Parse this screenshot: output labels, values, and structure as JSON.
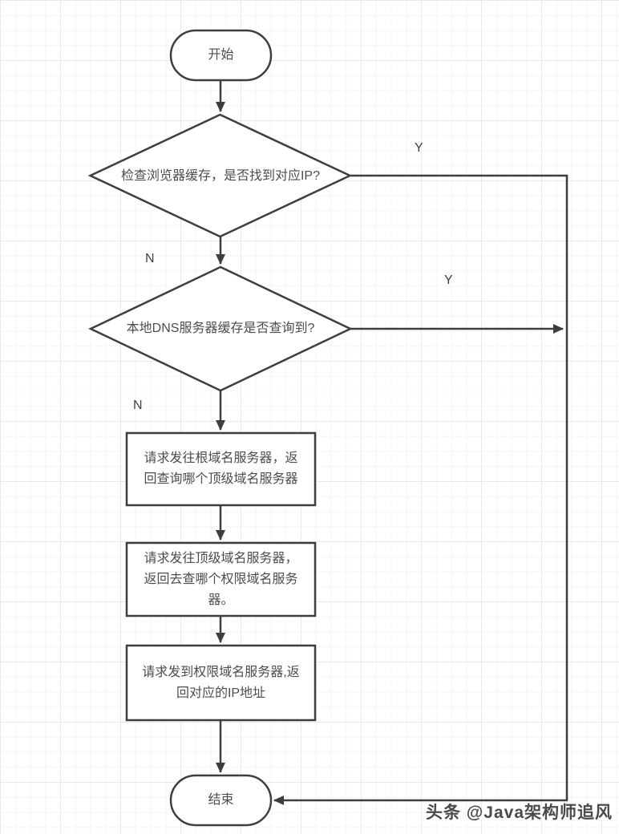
{
  "nodes": {
    "start": {
      "type": "terminator",
      "label": "开始"
    },
    "decision_browser_cache": {
      "type": "decision",
      "label": "检查浏览器缓存，是否找到对应IP?"
    },
    "decision_local_dns": {
      "type": "decision",
      "label": "本地DNS服务器缓存是否查询到?"
    },
    "process_root_server": {
      "type": "process",
      "label": "请求发往根域名服务器，返回查询哪个顶级域名服务器",
      "lines": [
        "请求发往根域名服务器，返",
        "回查询哪个顶级域名服务器"
      ]
    },
    "process_tld_server": {
      "type": "process",
      "label": "请求发往顶级域名服务器，返回去查哪个权限域名服务器。",
      "lines": [
        "请求发往顶级域名服务器，",
        "返回去查哪个权限域名服务",
        "器。"
      ]
    },
    "process_authority_server": {
      "type": "process",
      "label": "请求发到权限域名服务器,返回对应的IP地址",
      "lines": [
        "请求发到权限域名服务器,返",
        "回对应的IP地址"
      ]
    },
    "end": {
      "type": "terminator",
      "label": "结束"
    }
  },
  "edges": {
    "browser_cache_yes": "Y",
    "browser_cache_no": "N",
    "local_dns_yes": "Y",
    "local_dns_no": "N"
  },
  "watermark": "头条 @Java架构师追风",
  "colors": {
    "stroke": "#3e3e3e",
    "text": "#4c4c4c",
    "fill": "#ffffff",
    "grid_minor": "#f5f5f5",
    "grid_major": "#e9e9e9"
  }
}
